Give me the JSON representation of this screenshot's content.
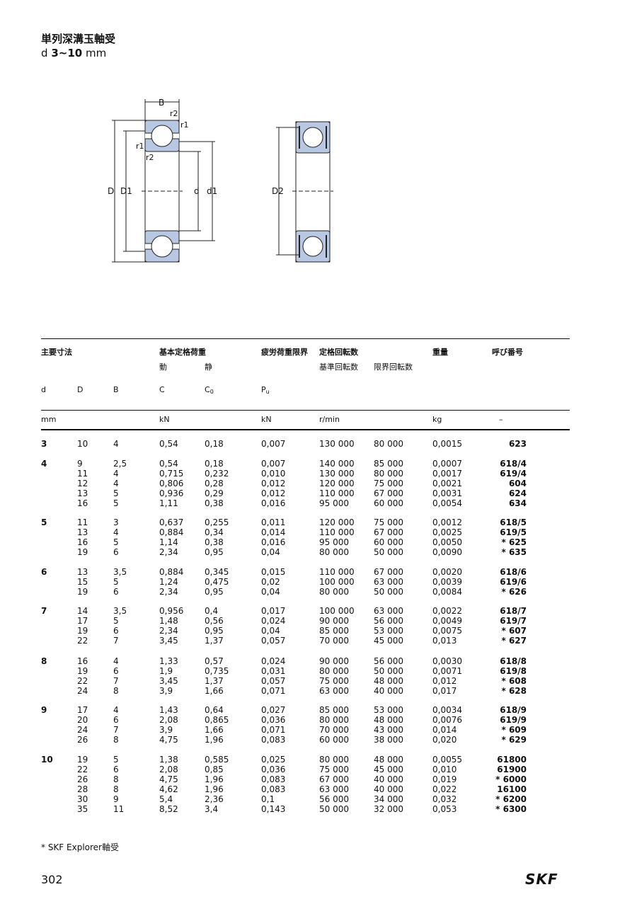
{
  "title": "単列深溝玉軸受",
  "subtitle": {
    "prefix": "d",
    "range": "3~10",
    "unit": "mm"
  },
  "drawing_labels": {
    "B": "B",
    "r1": "r1",
    "r2": "r2",
    "D": "D",
    "D1": "D1",
    "d": "d",
    "d1": "d1",
    "D2": "D2"
  },
  "header": {
    "main_dims": "主要寸法",
    "basic_load": "基本定格荷重",
    "dynamic": "動",
    "static": "静",
    "fatigue": "疲労荷重限界",
    "speed": "定格回転数",
    "ref_speed": "基準回転数",
    "limit_speed": "限界回転数",
    "mass": "重量",
    "designation": "呼び番号",
    "sym_d": "d",
    "sym_D": "D",
    "sym_B": "B",
    "sym_C": "C",
    "sym_C0": "C",
    "sym_C0_sub": "0",
    "sym_Pu": "P",
    "sym_Pu_sub": "u",
    "unit_mm": "mm",
    "unit_kN1": "kN",
    "unit_kN2": "kN",
    "unit_rpm": "r/min",
    "unit_kg": "kg",
    "unit_dash": "–"
  },
  "groups": [
    {
      "d": "3",
      "rows": [
        [
          "10",
          "4",
          "0,54",
          "0,18",
          "0,007",
          "130 000",
          "80 000",
          "0,0015",
          "623"
        ]
      ]
    },
    {
      "d": "4",
      "rows": [
        [
          "9",
          "2,5",
          "0,54",
          "0,18",
          "0,007",
          "140 000",
          "85 000",
          "0,0007",
          "618/4"
        ],
        [
          "11",
          "4",
          "0,715",
          "0,232",
          "0,010",
          "130 000",
          "80 000",
          "0,0017",
          "619/4"
        ],
        [
          "12",
          "4",
          "0,806",
          "0,28",
          "0,012",
          "120 000",
          "75 000",
          "0,0021",
          "604"
        ],
        [
          "13",
          "5",
          "0,936",
          "0,29",
          "0,012",
          "110 000",
          "67 000",
          "0,0031",
          "624"
        ],
        [
          "16",
          "5",
          "1,11",
          "0,38",
          "0,016",
          "95 000",
          "60 000",
          "0,0054",
          "634"
        ]
      ]
    },
    {
      "d": "5",
      "rows": [
        [
          "11",
          "3",
          "0,637",
          "0,255",
          "0,011",
          "120 000",
          "75 000",
          "0,0012",
          "618/5"
        ],
        [
          "13",
          "4",
          "0,884",
          "0,34",
          "0,014",
          "110 000",
          "67 000",
          "0,0025",
          "619/5"
        ],
        [
          "16",
          "5",
          "1,14",
          "0,38",
          "0,016",
          "95 000",
          "60 000",
          "0,0050",
          "* 625"
        ],
        [
          "19",
          "6",
          "2,34",
          "0,95",
          "0,04",
          "80 000",
          "50 000",
          "0,0090",
          "* 635"
        ]
      ]
    },
    {
      "d": "6",
      "rows": [
        [
          "13",
          "3,5",
          "0,884",
          "0,345",
          "0,015",
          "110 000",
          "67 000",
          "0,0020",
          "618/6"
        ],
        [
          "15",
          "5",
          "1,24",
          "0,475",
          "0,02",
          "100 000",
          "63 000",
          "0,0039",
          "619/6"
        ],
        [
          "19",
          "6",
          "2,34",
          "0,95",
          "0,04",
          "80 000",
          "50 000",
          "0,0084",
          "* 626"
        ]
      ]
    },
    {
      "d": "7",
      "rows": [
        [
          "14",
          "3,5",
          "0,956",
          "0,4",
          "0,017",
          "100 000",
          "63 000",
          "0,0022",
          "618/7"
        ],
        [
          "17",
          "5",
          "1,48",
          "0,56",
          "0,024",
          "90 000",
          "56 000",
          "0,0049",
          "619/7"
        ],
        [
          "19",
          "6",
          "2,34",
          "0,95",
          "0,04",
          "85 000",
          "53 000",
          "0,0075",
          "* 607"
        ],
        [
          "22",
          "7",
          "3,45",
          "1,37",
          "0,057",
          "70 000",
          "45 000",
          "0,013",
          "* 627"
        ]
      ]
    },
    {
      "d": "8",
      "rows": [
        [
          "16",
          "4",
          "1,33",
          "0,57",
          "0,024",
          "90 000",
          "56 000",
          "0,0030",
          "618/8"
        ],
        [
          "19",
          "6",
          "1,9",
          "0,735",
          "0,031",
          "80 000",
          "50 000",
          "0,0071",
          "619/8"
        ],
        [
          "22",
          "7",
          "3,45",
          "1,37",
          "0,057",
          "75 000",
          "48 000",
          "0,012",
          "* 608"
        ],
        [
          "24",
          "8",
          "3,9",
          "1,66",
          "0,071",
          "63 000",
          "40 000",
          "0,017",
          "* 628"
        ]
      ]
    },
    {
      "d": "9",
      "rows": [
        [
          "17",
          "4",
          "1,43",
          "0,64",
          "0,027",
          "85 000",
          "53 000",
          "0,0034",
          "618/9"
        ],
        [
          "20",
          "6",
          "2,08",
          "0,865",
          "0,036",
          "80 000",
          "48 000",
          "0,0076",
          "619/9"
        ],
        [
          "24",
          "7",
          "3,9",
          "1,66",
          "0,071",
          "70 000",
          "43 000",
          "0,014",
          "* 609"
        ],
        [
          "26",
          "8",
          "4,75",
          "1,96",
          "0,083",
          "60 000",
          "38 000",
          "0,020",
          "* 629"
        ]
      ]
    },
    {
      "d": "10",
      "rows": [
        [
          "19",
          "5",
          "1,38",
          "0,585",
          "0,025",
          "80 000",
          "48 000",
          "0,0055",
          "61800"
        ],
        [
          "22",
          "6",
          "2,08",
          "0,85",
          "0,036",
          "75 000",
          "45 000",
          "0,010",
          "61900"
        ],
        [
          "26",
          "8",
          "4,75",
          "1,96",
          "0,083",
          "67 000",
          "40 000",
          "0,019",
          "* 6000"
        ],
        [
          "28",
          "8",
          "4,62",
          "1,96",
          "0,083",
          "63 000",
          "40 000",
          "0,022",
          "16100"
        ],
        [
          "30",
          "9",
          "5,4",
          "2,36",
          "0,1",
          "56 000",
          "34 000",
          "0,032",
          "* 6200"
        ],
        [
          "35",
          "11",
          "8,52",
          "3,4",
          "0,143",
          "50 000",
          "32 000",
          "0,053",
          "* 6300"
        ]
      ]
    }
  ],
  "footnote": "* SKF Explorer軸受",
  "page_number": "302",
  "brand": "SKF"
}
